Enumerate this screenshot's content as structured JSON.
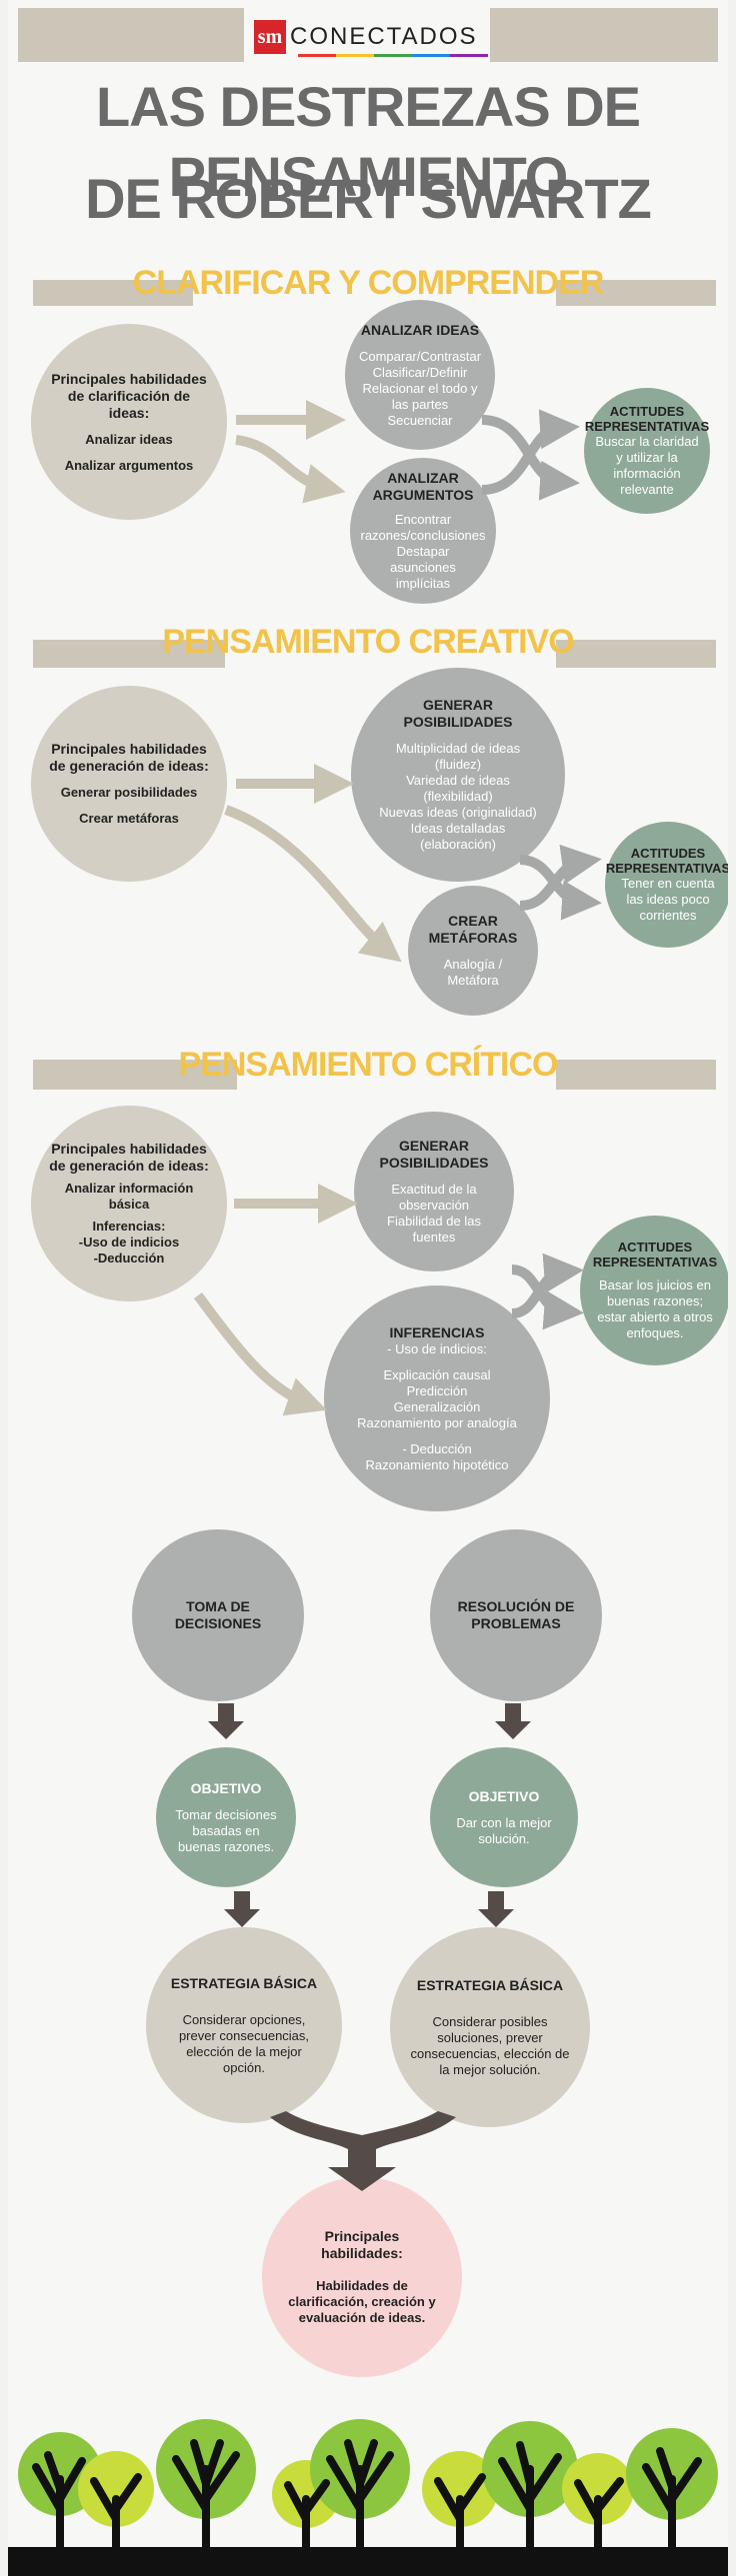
{
  "header": {
    "logo_sm": "sm",
    "logo_text": "CONECTADOS",
    "title_line1": "LAS DESTREZAS DE PENSAMIENTO",
    "title_line2": "DE ROBERT SWARTZ"
  },
  "section1": {
    "heading": "CLARIFICAR Y COMPRENDER",
    "main": {
      "title": "Principales habilidades de clarificación de ideas:",
      "items": [
        "Analizar ideas",
        "Analizar argumentos"
      ]
    },
    "node1": {
      "title": "ANALIZAR IDEAS",
      "lines": [
        "Comparar/Contrastar",
        "Clasificar/Definir",
        "Relacionar el todo y las partes",
        "Secuenciar"
      ]
    },
    "node2": {
      "title": "ANALIZAR ARGUMENTOS",
      "lines": [
        "Encontrar razones/conclusiones",
        "Destapar asunciones implícitas"
      ]
    },
    "attitudes": {
      "title": "ACTITUDES REPRESENTATIVAS",
      "text": "Buscar la claridad y utilizar la información relevante"
    }
  },
  "section2": {
    "heading": "PENSAMIENTO CREATIVO",
    "main": {
      "title": "Principales habilidades de generación de ideas:",
      "items": [
        "Generar posibilidades",
        "Crear metáforas"
      ]
    },
    "node1": {
      "title": "GENERAR POSIBILIDADES",
      "lines": [
        "Multiplicidad de ideas (fluidez)",
        "Variedad de ideas (flexibilidad)",
        "Nuevas ideas (originalidad)",
        "Ideas detalladas (elaboración)"
      ]
    },
    "node2": {
      "title": "CREAR METÁFORAS",
      "lines": [
        "Analogía / Metáfora"
      ]
    },
    "attitudes": {
      "title": "ACTITUDES REPRESENTATIVAS",
      "text": "Tener en cuenta las ideas poco corrientes"
    }
  },
  "section3": {
    "heading": "PENSAMIENTO CRÍTICO",
    "main": {
      "title": "Principales habilidades de generación de ideas:",
      "items": [
        "Analizar información básica",
        "Inferencias:",
        "-Uso de indicios",
        "-Deducción"
      ]
    },
    "node1": {
      "title": "GENERAR POSIBILIDADES",
      "lines": [
        "Exactitud de la observación",
        "Fiabilidad de las fuentes"
      ]
    },
    "node2": {
      "title": "INFERENCIAS",
      "lines": [
        "- Uso de indicios:",
        "Explicación causal",
        "Predicción",
        "Generalización",
        "Razonamiento por analogía",
        "- Deducción",
        "Razonamiento hipotético"
      ]
    },
    "attitudes": {
      "title": "ACTITUDES REPRESENTATIVAS",
      "text": "Basar los juicios en buenas razones; estar abierto a otros enfoques."
    }
  },
  "decisions": {
    "left": {
      "title": "TOMA DE DECISIONES",
      "objective_title": "OBJETIVO",
      "objective_text": "Tomar decisiones basadas en buenas razones.",
      "strategy_title": "ESTRATEGIA BÁSICA",
      "strategy_text": "Considerar opciones, prever consecuencias, elección de la mejor opción."
    },
    "right": {
      "title": "RESOLUCIÓN DE PROBLEMAS",
      "objective_title": "OBJETIVO",
      "objective_text": "Dar con la mejor solución.",
      "strategy_title": "ESTRATEGIA BÁSICA",
      "strategy_text": "Considerar posibles soluciones, prever consecuencias, elección de la mejor solución."
    },
    "final": {
      "title": "Principales habilidades:",
      "text": "Habilidades de clarificación, creación y evaluación de ideas."
    }
  },
  "colors": {
    "accent_yellow": "#f2c34a",
    "beige": "#d4cfc5",
    "gray": "#aeb0b0",
    "green": "#8fa999",
    "pink": "#f7d4d3",
    "tree_green": "#8cc63f",
    "tree_lime": "#c8dc3c"
  }
}
